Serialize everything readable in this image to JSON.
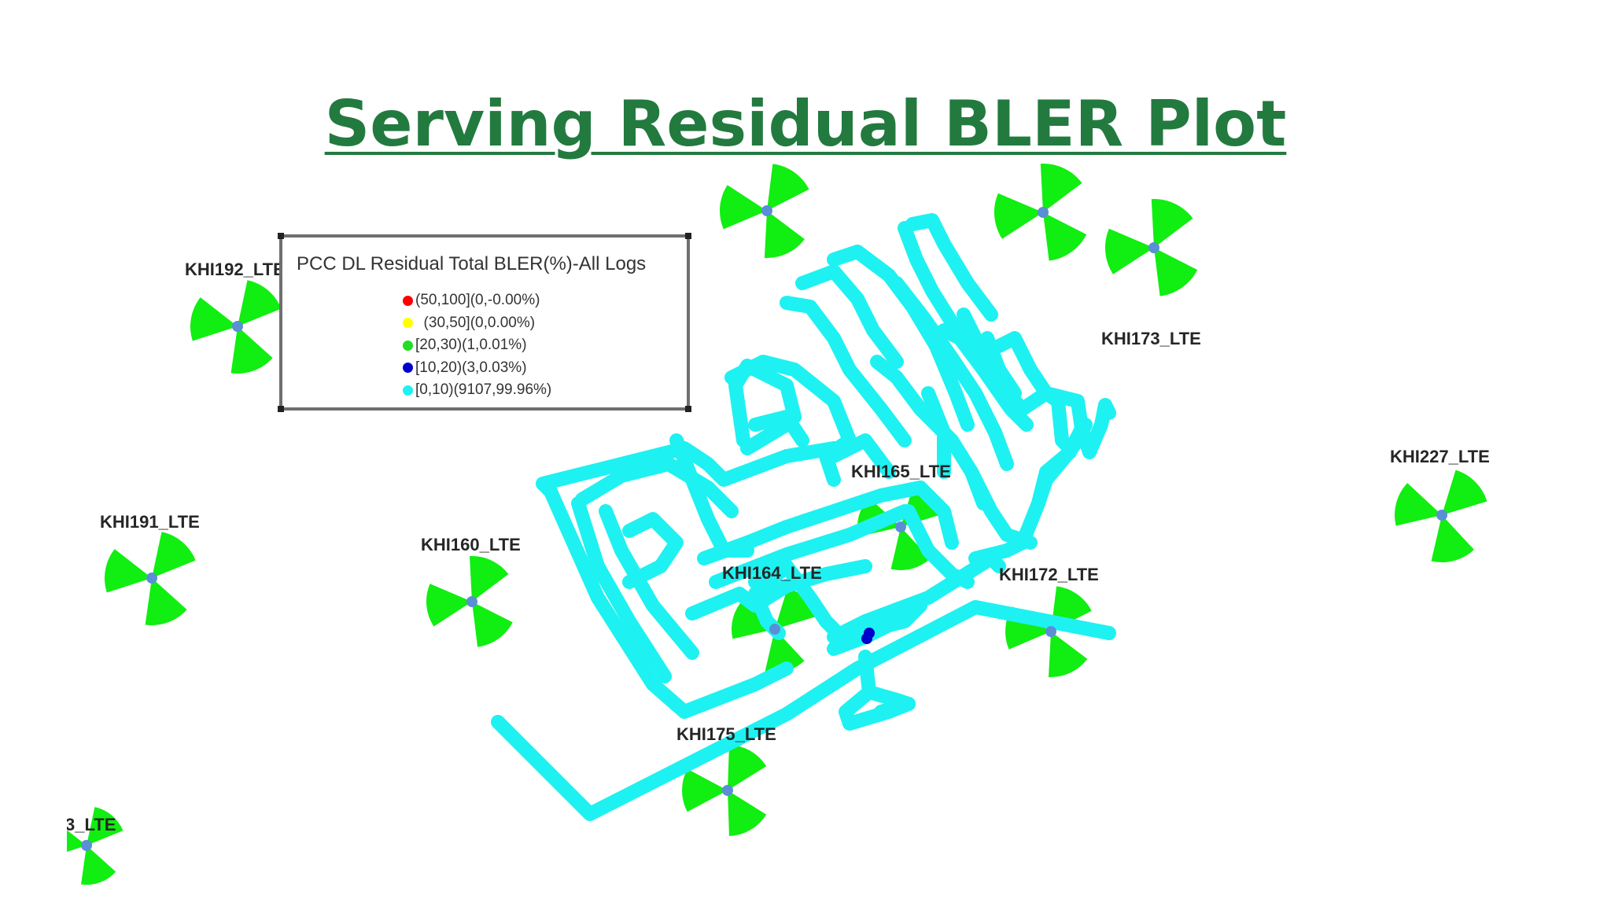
{
  "title": "Serving Residual BLER Plot",
  "colors": {
    "title": "#227a3f",
    "sector": "#11ee11",
    "site_center": "#5a8fd6",
    "route": "#1ef1f1"
  },
  "legend": {
    "title": "PCC DL Residual Total BLER(%)-All Logs",
    "items": [
      {
        "label": "(50,100](0,-0.00%)",
        "color": "#ff0000"
      },
      {
        "label": "  (30,50](0,0.00%)",
        "color": "#ffff00"
      },
      {
        "label": "[20,30)(1,0.01%)",
        "color": "#22dd22"
      },
      {
        "label": "[10,20)(3,0.03%)",
        "color": "#0000cc"
      },
      {
        "label": "[0,10)(9107,99.96%)",
        "color": "#1ef1f1"
      }
    ]
  },
  "sites": [
    {
      "name": "KHI192_LTE"
    },
    {
      "name": "KHI191_LTE"
    },
    {
      "name": "KHI160_LTE"
    },
    {
      "name": "KHI164_LTE"
    },
    {
      "name": "KHI165_LTE"
    },
    {
      "name": "KHI175_LTE"
    },
    {
      "name": "KHI172_LTE"
    },
    {
      "name": "KHI173_LTE"
    },
    {
      "name": "KHI227_LTE"
    },
    {
      "name": "3_LTE"
    },
    {
      "name": ""
    },
    {
      "name": ""
    }
  ]
}
